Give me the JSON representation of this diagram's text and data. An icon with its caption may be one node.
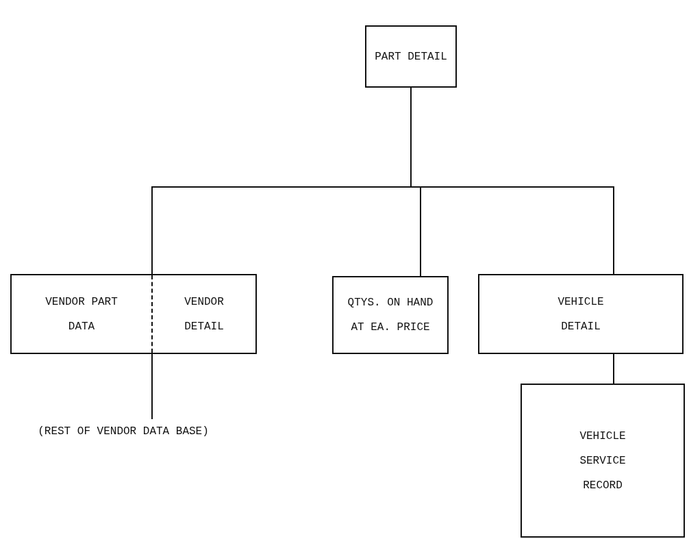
{
  "diagram": {
    "nodes": [
      {
        "text": [
          "PART DETAIL"
        ]
      },
      {
        "text": [],
        "shape": "box"
      },
      {
        "text": [
          "VENDOR PART DATA"
        ],
        "in": 1
      },
      {
        "text": [
          "VENDOR DETAIL"
        ],
        "in": 1
      },
      {
        "text": [
          "QTYS. ON HAND AT EA. PRICE"
        ]
      },
      {
        "text": [
          "VEHICLE DETAIL"
        ]
      },
      {
        "text": [
          "(REST OF VENDOR DATA BASE)"
        ]
      },
      {
        "text": [
          "VEHICLE SERVICE RECORD"
        ]
      }
    ],
    "edges": [
      {
        "from": 0,
        "to": 1,
        "arrow": "none"
      },
      {
        "from": 0,
        "to": 4,
        "arrow": "none"
      },
      {
        "from": 0,
        "to": 5,
        "arrow": "none"
      },
      {
        "from": 1,
        "to": 6,
        "arrow": "none"
      },
      {
        "from": 5,
        "to": 7,
        "arrow": "none"
      }
    ]
  }
}
